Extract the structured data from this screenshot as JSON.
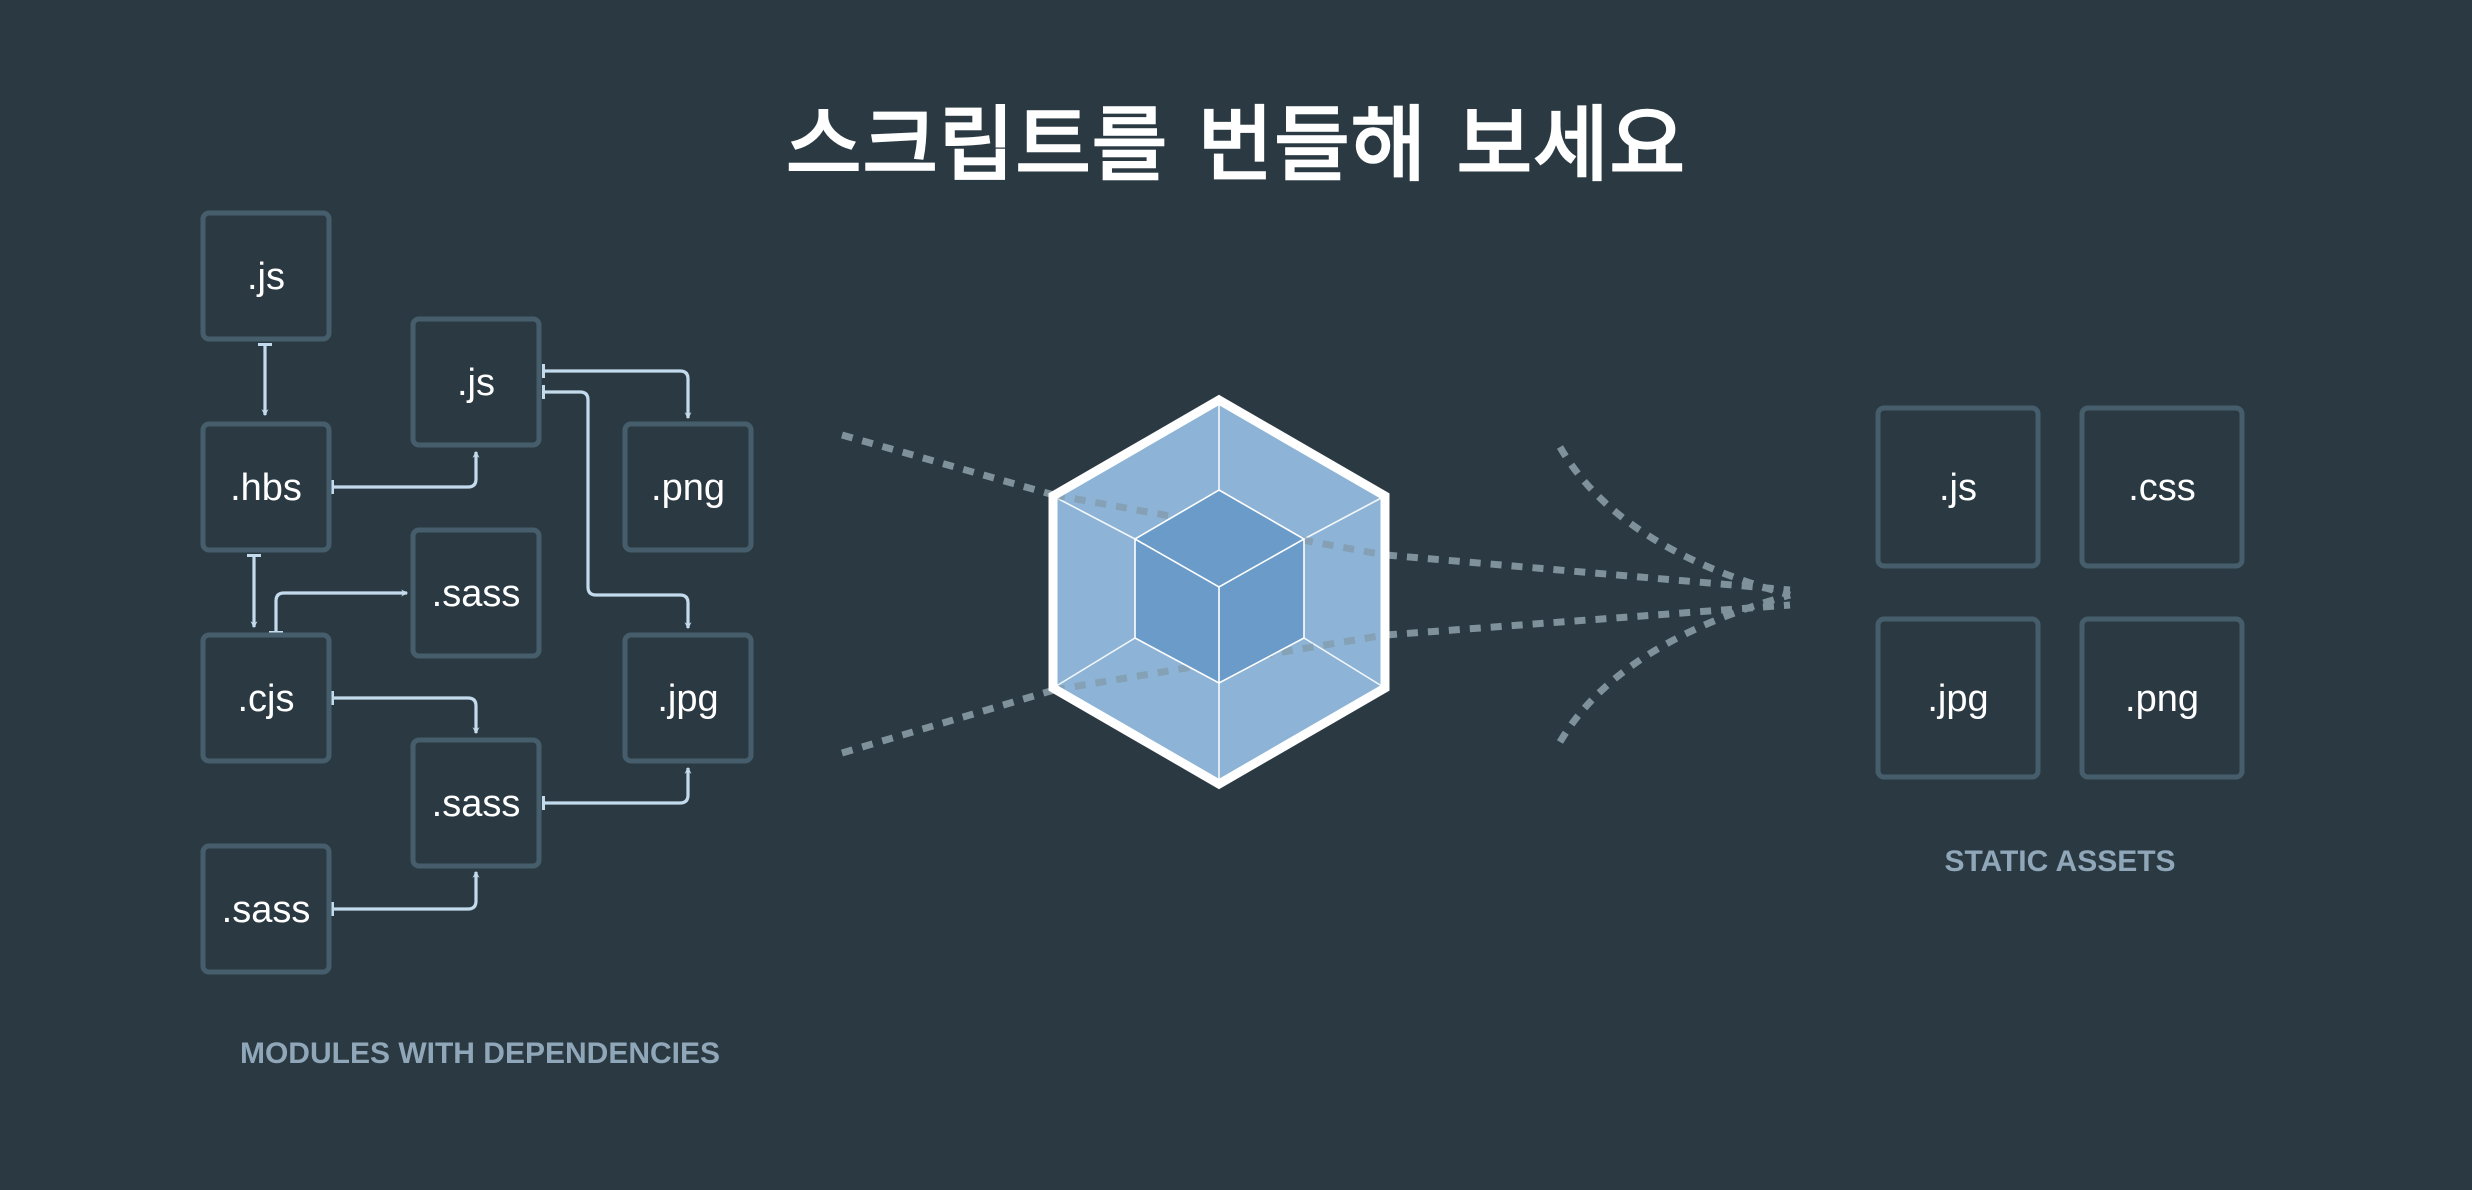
{
  "title": "스크립트를 번들해 보세요",
  "modules": {
    "caption": "MODULES WITH DEPENDENCIES",
    "items": [
      ".js",
      ".js",
      ".hbs",
      ".png",
      ".sass",
      ".cjs",
      ".jpg",
      ".sass",
      ".sass"
    ]
  },
  "assets": {
    "caption": "STATIC ASSETS",
    "items": [
      ".js",
      ".css",
      ".jpg",
      ".png"
    ]
  },
  "colors": {
    "background": "#2b3a42",
    "box_border": "#465e6c",
    "arrow": "#c3dbec",
    "cube_outer": "#8db4d6",
    "cube_inner": "#6a9bc9",
    "caption": "#8fa7b8"
  },
  "icons": [
    "webpack-cube-icon"
  ]
}
